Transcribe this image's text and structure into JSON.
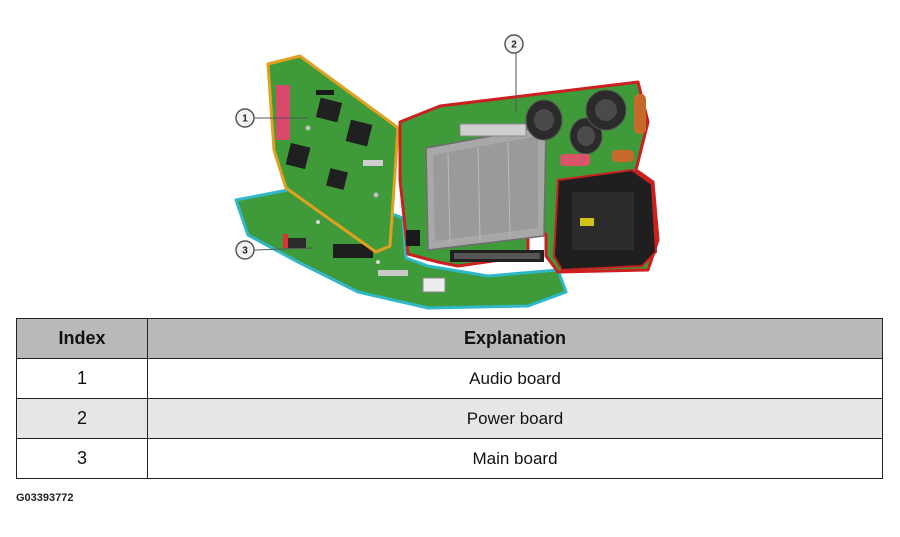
{
  "figure": {
    "callouts": [
      {
        "label": "1"
      },
      {
        "label": "2"
      },
      {
        "label": "3"
      }
    ]
  },
  "table": {
    "headers": {
      "index": "Index",
      "explanation": "Explanation"
    },
    "rows": [
      {
        "index": "1",
        "explanation": "Audio board"
      },
      {
        "index": "2",
        "explanation": "Power board"
      },
      {
        "index": "3",
        "explanation": "Main board"
      }
    ]
  },
  "figure_code": "G03393772",
  "colors": {
    "audio_board_outline": "#e0a020",
    "power_board_outline": "#cc1f1f",
    "main_board_outline": "#2fb8c8",
    "pcb_green": "#3f9a3a",
    "table_header_bg": "#b9b9b9",
    "table_shaded_row_bg": "#e6e6e6"
  }
}
